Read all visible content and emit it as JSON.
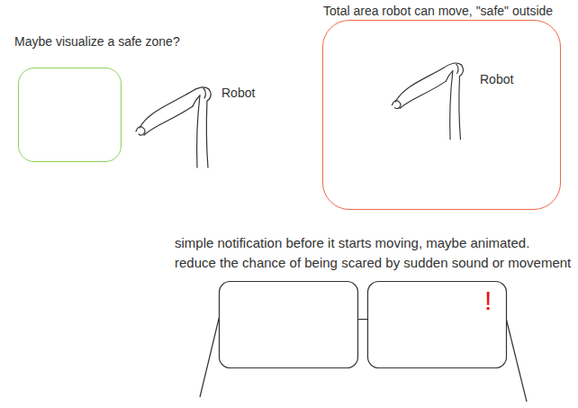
{
  "diagram": {
    "nodes": [
      {
        "text": [
          "Maybe visualize a safe zone?"
        ]
      },
      {
        "text": [
          "Total area robot can move, \"safe\" outside"
        ]
      }
    ],
    "labels": [
      "Robot",
      "Robot",
      "simple notification before it starts moving, maybe animated. reduce the chance of being scared by sudden sound or movement",
      "!"
    ]
  }
}
